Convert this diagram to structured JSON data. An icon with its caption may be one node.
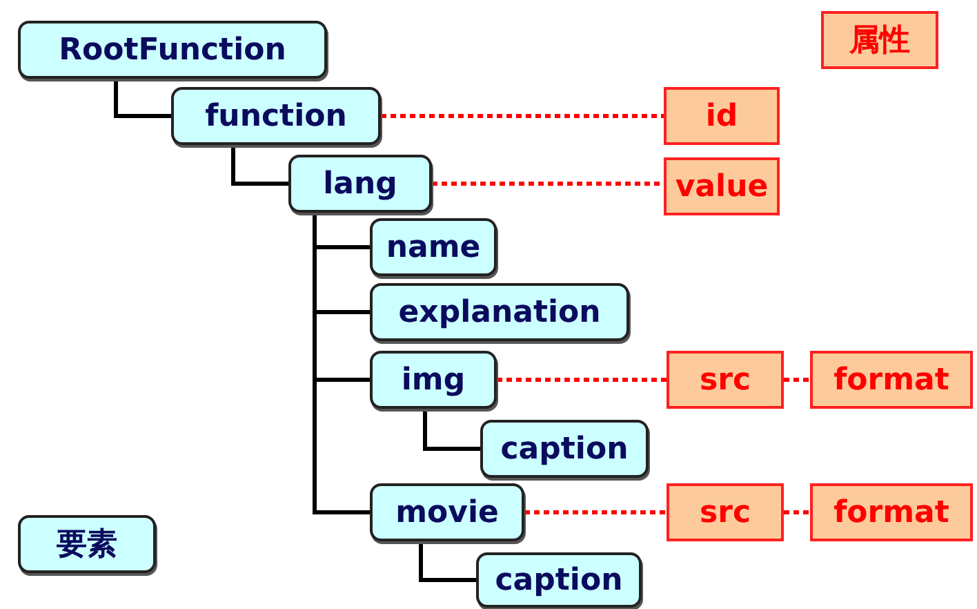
{
  "diagram": {
    "nodes": [
      {
        "text": [
          "RootFunction"
        ]
      },
      {
        "text": [
          "function"
        ]
      },
      {
        "text": [
          "id"
        ]
      },
      {
        "text": [
          "lang"
        ]
      },
      {
        "text": [
          "value"
        ]
      },
      {
        "text": [
          "name"
        ]
      },
      {
        "text": [
          "explanation"
        ]
      },
      {
        "text": [
          "img"
        ]
      },
      {
        "text": [
          "src"
        ]
      },
      {
        "text": [
          "format"
        ]
      },
      {
        "text": [
          "caption"
        ]
      },
      {
        "text": [
          "movie"
        ]
      },
      {
        "text": [
          "src"
        ]
      },
      {
        "text": [
          "format"
        ]
      },
      {
        "text": [
          "caption"
        ]
      }
    ],
    "edges": [
      {
        "from": 0,
        "to": 1,
        "arrow": "none"
      },
      {
        "from": 1,
        "to": 2,
        "arrow": "none",
        "style": "dashed",
        "color": "#ff0000"
      },
      {
        "from": 1,
        "to": 3,
        "arrow": "none"
      },
      {
        "from": 3,
        "to": 4,
        "arrow": "none",
        "style": "dashed",
        "color": "#ff0000"
      },
      {
        "from": 3,
        "to": 5,
        "arrow": "none"
      },
      {
        "from": 3,
        "to": 6,
        "arrow": "none"
      },
      {
        "from": 3,
        "to": 7,
        "arrow": "none"
      },
      {
        "from": 7,
        "to": 8,
        "arrow": "none",
        "style": "dashed",
        "color": "#ff0000"
      },
      {
        "from": 8,
        "to": 9,
        "arrow": "none",
        "style": "dashed",
        "color": "#ff0000"
      },
      {
        "from": 7,
        "to": 10,
        "arrow": "none"
      },
      {
        "from": 3,
        "to": 11,
        "arrow": "none"
      },
      {
        "from": 11,
        "to": 12,
        "arrow": "none",
        "style": "dashed",
        "color": "#ff0000"
      },
      {
        "from": 12,
        "to": 13,
        "arrow": "none",
        "style": "dashed",
        "color": "#ff0000"
      },
      {
        "from": 11,
        "to": 14,
        "arrow": "none"
      }
    ],
    "legend": [
      {
        "text": "属性",
        "color": "#fdcb9b"
      },
      {
        "text": "要素",
        "color": "#ccffff"
      }
    ]
  }
}
